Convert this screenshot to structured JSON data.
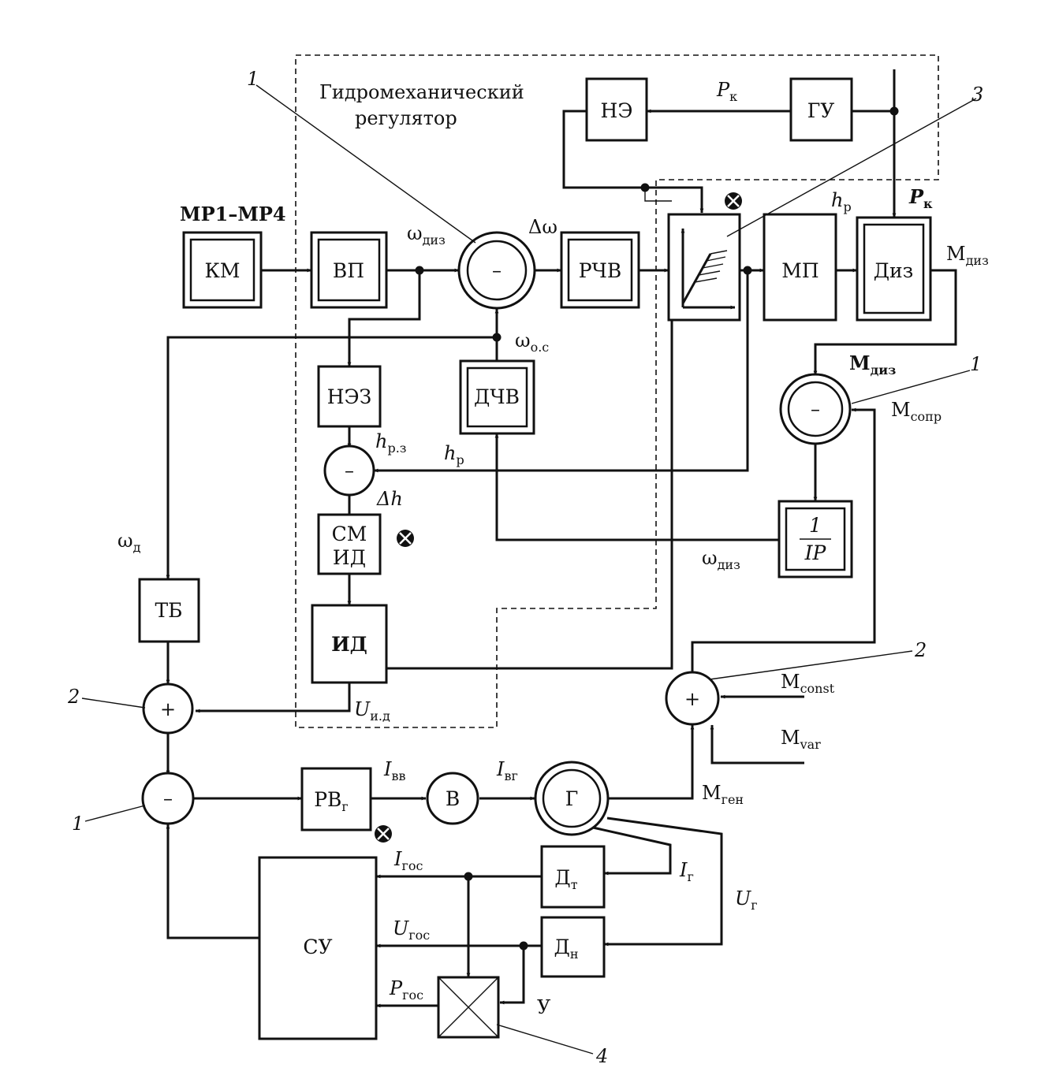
{
  "section": {
    "title_line1": "Гидромеханический",
    "title_line2": "регулятор",
    "mp_range": "МР1–МР4"
  },
  "blocks": {
    "km": "КМ",
    "vp": "ВП",
    "rchv": "РЧВ",
    "mp": "МП",
    "diz": "Диз",
    "ne": "НЭ",
    "gu": "ГУ",
    "nez": "НЭЗ",
    "dchv": "ДЧВ",
    "smid_line1": "СМ",
    "smid_line2": "ИД",
    "id": "ИД",
    "tb": "ТБ",
    "rv": "РВ",
    "rv_sub": "г",
    "v": "В",
    "g": "Г",
    "dt": "Д",
    "dt_sub": "т",
    "dn": "Д",
    "dn_sub": "н",
    "su": "СУ",
    "integ_num": "1",
    "integ_den": "IP"
  },
  "signs": {
    "minus": "–",
    "plus": "+"
  },
  "signals": {
    "omega": "ω",
    "omega_diz_sub": "диз",
    "delta_omega": "Δω",
    "omega_os_sub": "о.с",
    "omega_d_sub": "д",
    "p": "P",
    "p_sub": "к",
    "h": "h",
    "hp_sub": "р",
    "hpz_sub": "р.з",
    "delta_h": "Δh",
    "M": "М",
    "Mdiz_sub": "диз",
    "Msopr_sub": "сопр",
    "Mconst_sub": "const",
    "Mvar_sub": "var",
    "Mgen_sub": "ген",
    "U": "U",
    "Uid_sub": "и.д",
    "I": "I",
    "Ivv_sub": "вв",
    "Ivg_sub": "вг",
    "Ig_sub": "г",
    "Ug_sub": "г",
    "Igos_sub": "гос",
    "Ugos_sub": "гос",
    "Pgos_sub": "гос",
    "u_label": "У"
  },
  "callouts": {
    "n1": "1",
    "n2": "2",
    "n3": "3",
    "n4": "4"
  }
}
